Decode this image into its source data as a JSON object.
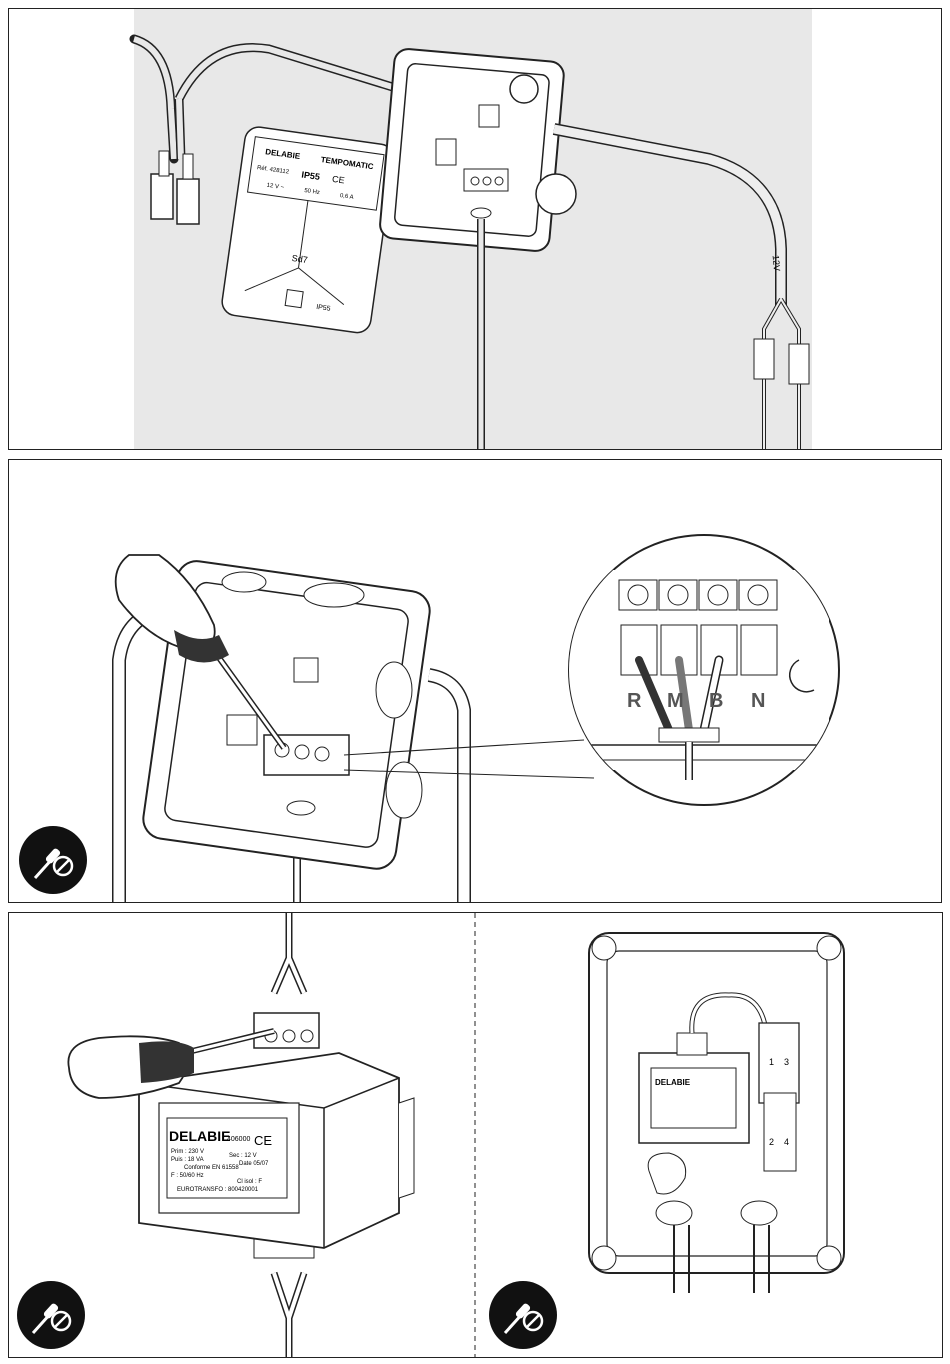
{
  "panel1": {
    "label_brand": "DELABIE",
    "label_product": "TEMPOMATIC",
    "label_ref": "Réf. 428112",
    "label_ip": "IP55",
    "label_ce": "CE",
    "label_voltage": "12 V ~",
    "label_freq": "50 Hz",
    "label_current": "0,6 A",
    "label_sd": "Sd7",
    "label_ip_small": "IP55",
    "cable_tag": "12V"
  },
  "panel2": {
    "terminals": [
      "R",
      "M",
      "B",
      "N"
    ]
  },
  "panel3": {
    "brand": "DELABIE",
    "ref": "406000",
    "ce": "CE",
    "lines": [
      "Prim : 230 V",
      "Puis : 18 VA",
      "Sec : 12 V",
      "Date 05/07",
      "Conforme EN 61558",
      "F : 50/60 Hz",
      "Cl isol : F",
      "EUROTRANSFO : 800420001"
    ]
  },
  "panel4": {
    "brand": "DELABIE",
    "breaker_labels": [
      "1",
      "3",
      "2",
      "4"
    ]
  },
  "tool_icon": "screwdriver-icon"
}
